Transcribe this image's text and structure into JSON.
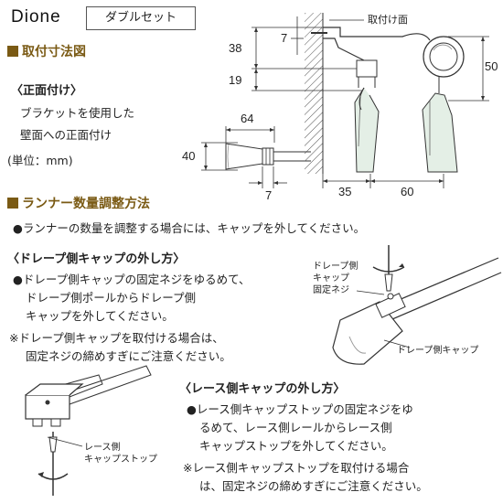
{
  "header": {
    "brand": "Dione",
    "set_type": "ダブルセット"
  },
  "section1": {
    "heading": "取付寸法図",
    "subheading": "〈正面付け〉",
    "desc_line1": "ブラケットを使用した",
    "desc_line2": "壁面への正面付け",
    "unit": "(単位：mm)"
  },
  "dimensions": {
    "cap_width": "64",
    "cap_height": "40",
    "cap_ring": "7",
    "bracket_top_gap": "7",
    "bracket_38": "38",
    "bracket_19": "19",
    "total_height": "50",
    "depth_35": "35",
    "depth_60": "60",
    "mount_label": "取付け面"
  },
  "section2": {
    "heading": "ランナー数量調整方法",
    "note": "●ランナーの数量を調整する場合には、キャップを外してください。",
    "drape": {
      "title": "〈ドレープ側キャップの外し方〉",
      "line1": "●ドレープ側キャップの固定ネジをゆるめて、",
      "line2": "ドレープ側ポールからドレープ側",
      "line3": "キャップを外してください。",
      "note1": "※ドレープ側キャップを取付ける場合は、",
      "note2": "固定ネジの締めすぎにご注意ください。",
      "label_screw_1": "ドレープ側",
      "label_screw_2": "キャップ",
      "label_screw_3": "固定ネジ",
      "label_cap": "ドレープ側キャップ"
    },
    "lace": {
      "title": "〈レース側キャップの外し方〉",
      "line1": "●レース側キャップストップの固定ネジをゆ",
      "line2": "るめて、レース側レールからレース側",
      "line3": "キャップストップを外してください。",
      "note1": "※レース側キャップストップを取付ける場合",
      "note2": "は、固定ネジの締めすぎにご注意ください。",
      "label_1": "レース側",
      "label_2": "キャップストップ"
    }
  }
}
